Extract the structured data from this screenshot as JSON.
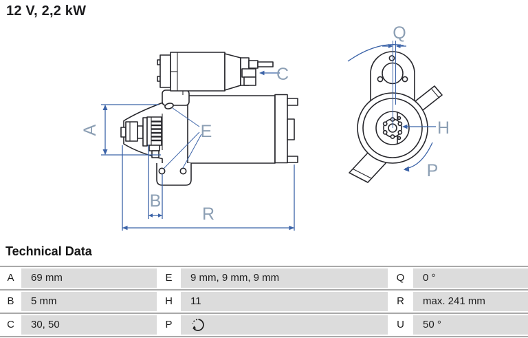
{
  "title": "12 V, 2,2 kW",
  "section": {
    "heading": "Technical Data"
  },
  "diagram": {
    "labels": {
      "a": "A",
      "b": "B",
      "c": "C",
      "e": "E",
      "h": "H",
      "p": "P",
      "q": "Q",
      "r": "R"
    }
  },
  "icons": {
    "p_value": "rotation-direction-icon"
  },
  "colors": {
    "outline": "#26262b",
    "dimension_blue": "#3b63a8",
    "dim_label_blue": "#8c9fb4",
    "cell_gray": "#dcdcdc",
    "separator_gray": "#a9a9a9",
    "text": "#1d1d1d"
  },
  "table": {
    "rows": [
      {
        "cells": [
          {
            "key": "A",
            "value": "69 mm"
          },
          {
            "key": "E",
            "value": "9 mm, 9 mm, 9 mm"
          },
          {
            "key": "Q",
            "value": "0 °"
          }
        ]
      },
      {
        "cells": [
          {
            "key": "B",
            "value": "5 mm"
          },
          {
            "key": "H",
            "value": "11"
          },
          {
            "key": "R",
            "value": "max. 241 mm"
          }
        ]
      },
      {
        "cells": [
          {
            "key": "C",
            "value": "30, 50"
          },
          {
            "key": "P",
            "value": ""
          },
          {
            "key": "U",
            "value": "50 °"
          }
        ]
      }
    ]
  }
}
